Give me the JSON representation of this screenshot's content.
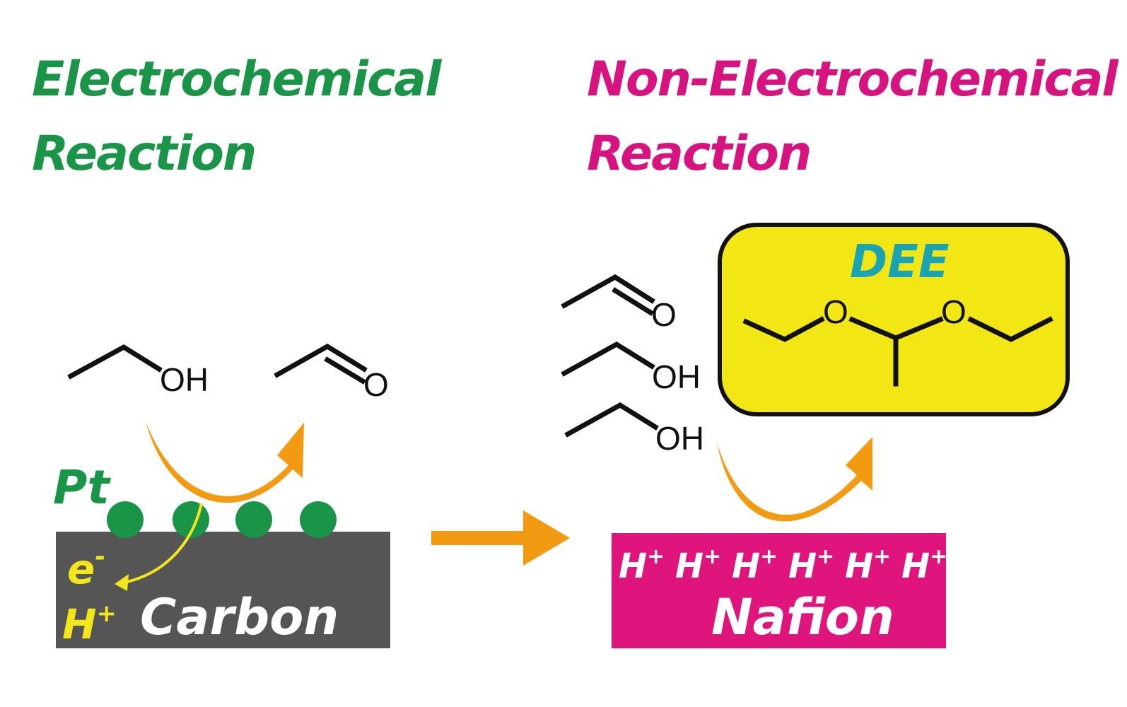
{
  "left_title": {
    "line1": "Electrochemical",
    "line2": "Reaction"
  },
  "right_title": {
    "line1": "Non-Electrochemical",
    "line2": "Reaction"
  },
  "molecules": {
    "oh": "OH",
    "o": "O"
  },
  "left_panel": {
    "catalyst_label": "Pt",
    "electron_label": "e",
    "electron_sup": "-",
    "proton_label": "H",
    "proton_sup": "+",
    "support_label": "Carbon"
  },
  "right_panel": {
    "product_label": "DEE",
    "proton_label": "H",
    "proton_sup": "+",
    "support_label": "Nafion"
  },
  "colors": {
    "green": "#1a9447",
    "magenta": "#d6137f",
    "orange": "#f29a12",
    "yellow": "#f2e614",
    "teal": "#1aa3b3",
    "carbon": "#555555",
    "nafion": "#e0147d",
    "label_yellow": "#f3e61b"
  }
}
